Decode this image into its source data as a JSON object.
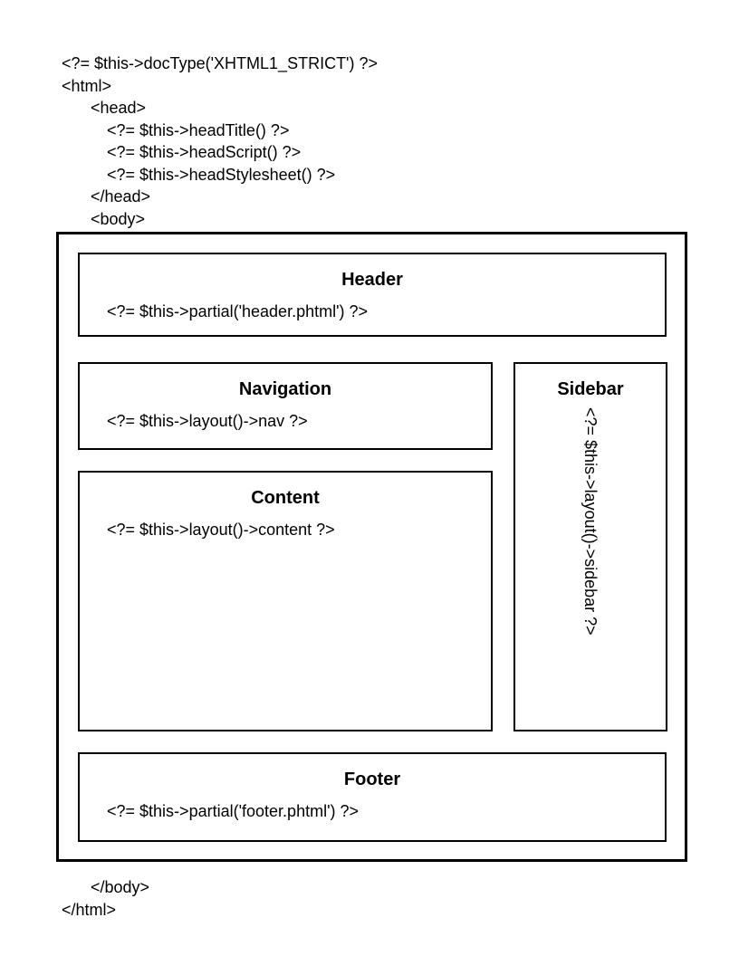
{
  "top_code": {
    "lines": [
      "<?= $this->docType('XHTML1_STRICT') ?>",
      "<html>",
      "<head>",
      "<?= $this->headTitle() ?>",
      "<?= $this->headScript() ?>",
      "<?= $this->headStylesheet() ?>",
      "</head>",
      "<body>"
    ]
  },
  "diagram": {
    "header": {
      "title": "Header",
      "code": "<?= $this->partial('header.phtml') ?>"
    },
    "navigation": {
      "title": "Navigation",
      "code": "<?= $this->layout()->nav ?>"
    },
    "content": {
      "title": "Content",
      "code": "<?= $this->layout()->content ?>"
    },
    "sidebar": {
      "title": "Sidebar",
      "code": "<?= $this->layout()->sidebar ?>"
    },
    "footer": {
      "title": "Footer",
      "code": "<?= $this->partial('footer.phtml') ?>"
    }
  },
  "bottom_code": {
    "lines": [
      "</body>",
      "</html>"
    ]
  },
  "colors": {
    "background": "#ffffff",
    "foreground": "#000000",
    "border": "#000000"
  }
}
